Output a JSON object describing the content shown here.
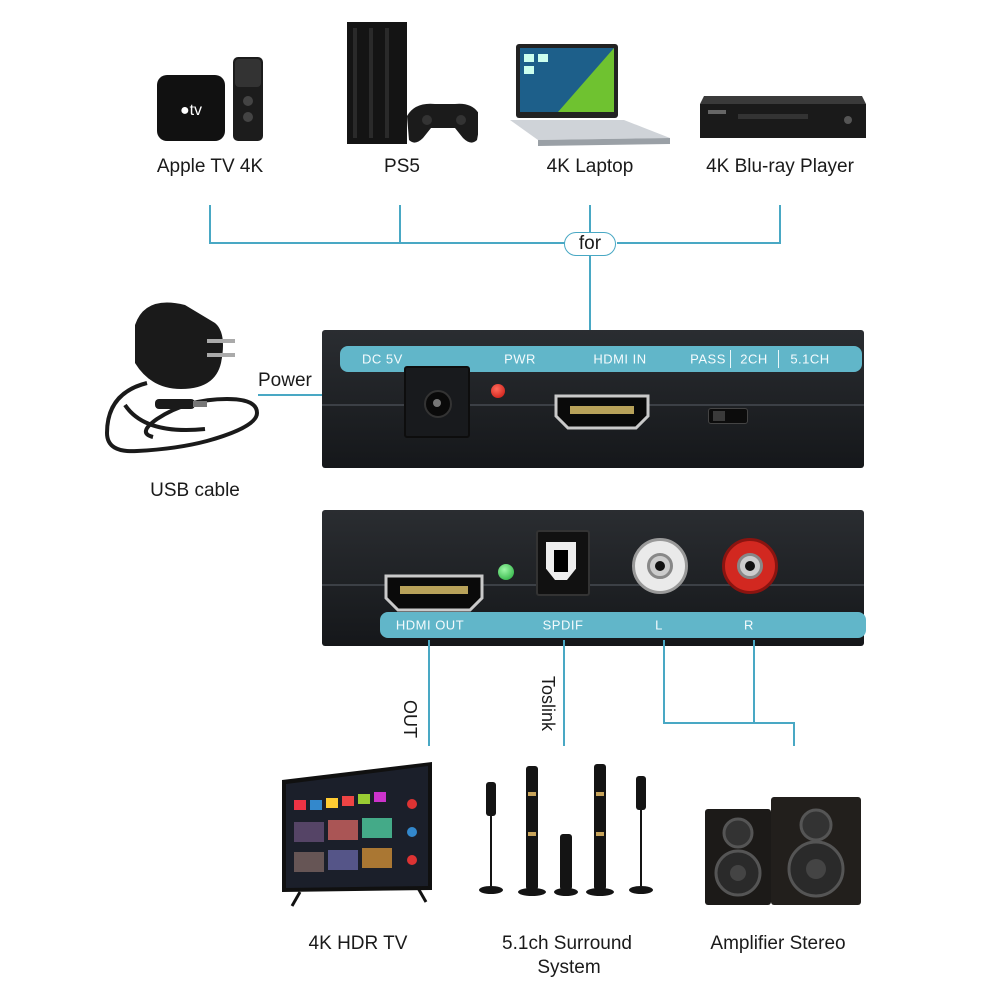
{
  "sources": [
    {
      "name": "Apple TV 4K",
      "icon": "apple-tv-icon"
    },
    {
      "name": "PS5",
      "icon": "ps5-console-icon"
    },
    {
      "name": "4K Laptop",
      "icon": "laptop-icon"
    },
    {
      "name": "4K Blu-ray Player",
      "icon": "bluray-player-icon"
    }
  ],
  "connector": {
    "for_label": "for"
  },
  "power": {
    "label": "Power",
    "cable_label": "USB cable",
    "icon": "power-adapter-icon"
  },
  "front_panel": {
    "dc": "DC 5V",
    "pwr": "PWR",
    "hdmi_in": "HDMI IN",
    "pass": "PASS",
    "ch2": "2CH",
    "ch51": "5.1CH"
  },
  "back_panel": {
    "hdmi_out": "HDMI OUT",
    "spdif": "SPDIF",
    "left": "L",
    "right": "R"
  },
  "links": {
    "out": "OUT",
    "toslink": "Toslink"
  },
  "outputs": [
    {
      "name": "4K HDR TV",
      "icon": "tv-icon"
    },
    {
      "name": "5.1ch Surround",
      "name2": "System",
      "icon": "surround-speakers-icon"
    },
    {
      "name": "Amplifier Stereo",
      "icon": "stereo-speakers-icon"
    }
  ],
  "colors": {
    "accent": "#49a8c4",
    "strip": "#61b6c9",
    "device": "#1c1e21",
    "pwr_led": "#e0201c",
    "out_led": "#2fd047"
  }
}
